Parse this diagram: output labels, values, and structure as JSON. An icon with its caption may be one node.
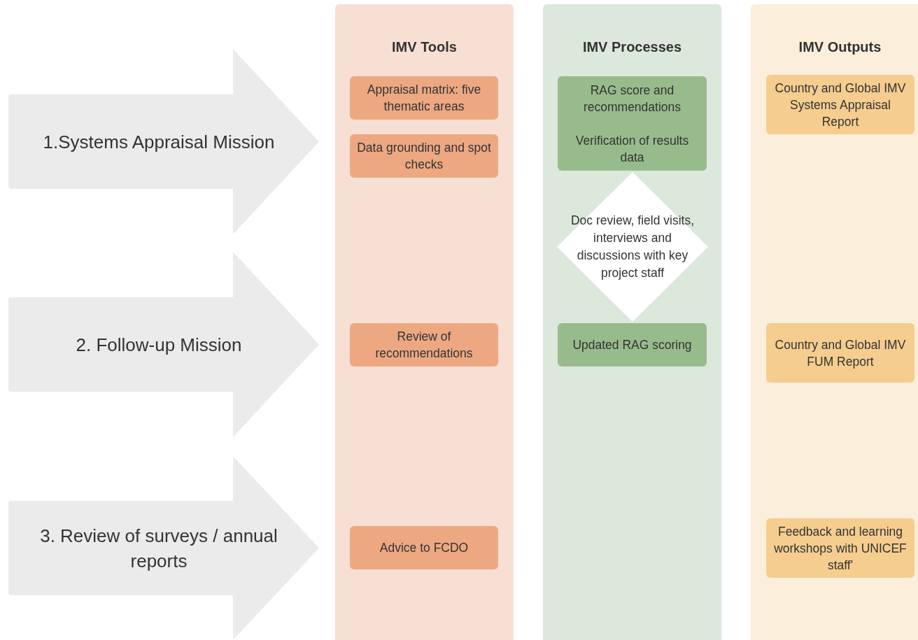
{
  "diagram": {
    "nodes": [
      {
        "text": [
          "1.Systems Appraisal Mission"
        ]
      },
      {
        "text": [
          "2. Follow-up Mission"
        ]
      },
      {
        "text": [
          "3. Review of surveys / annual reports"
        ]
      },
      {
        "text": [
          "IMV Tools"
        ]
      },
      {
        "text": [
          "Appraisal matrix: five thematic areas"
        ],
        "in": 3
      },
      {
        "text": [
          "Data grounding and spot checks"
        ],
        "in": 3
      },
      {
        "text": [
          "Review of recommendations"
        ],
        "in": 3
      },
      {
        "text": [
          "Advice to FCDO"
        ],
        "in": 3
      },
      {
        "text": [
          "IMV Processes"
        ]
      },
      {
        "text": [
          "RAG score and recommendations",
          "Verification of results data"
        ],
        "in": 8
      },
      {
        "text": [
          "Doc review, field visits, interviews and discussions with key project staff"
        ],
        "in": 8
      },
      {
        "text": [
          "Updated RAG scoring"
        ],
        "in": 8
      },
      {
        "text": [
          "IMV Outputs"
        ]
      },
      {
        "text": [
          "Country and Global IMV Systems Appraisal Report"
        ],
        "in": 12
      },
      {
        "text": [
          "Country and Global IMV FUM Report"
        ],
        "in": 12
      },
      {
        "text": [
          "Feedback and learning workshops with UNICEF staff'"
        ],
        "in": 12
      }
    ]
  }
}
